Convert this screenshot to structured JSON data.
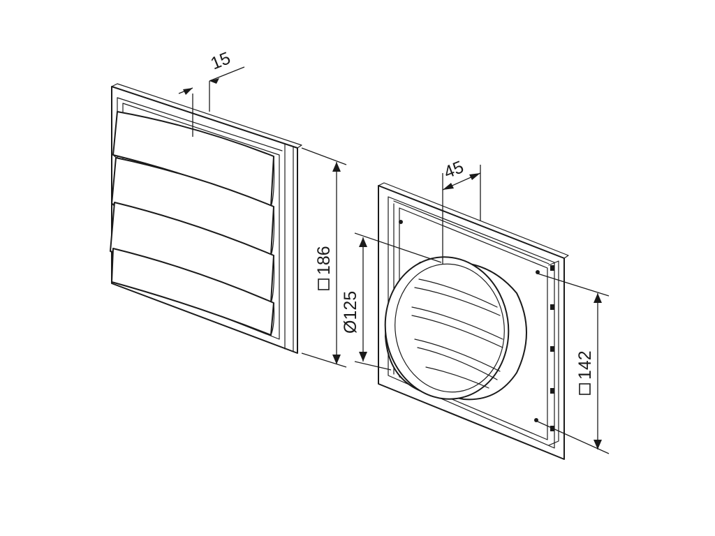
{
  "dimensions": {
    "louver_pitch": "15",
    "outer_size": "186",
    "spigot_diameter": "Ø125",
    "spigot_length": "45",
    "inner_size": "142"
  }
}
